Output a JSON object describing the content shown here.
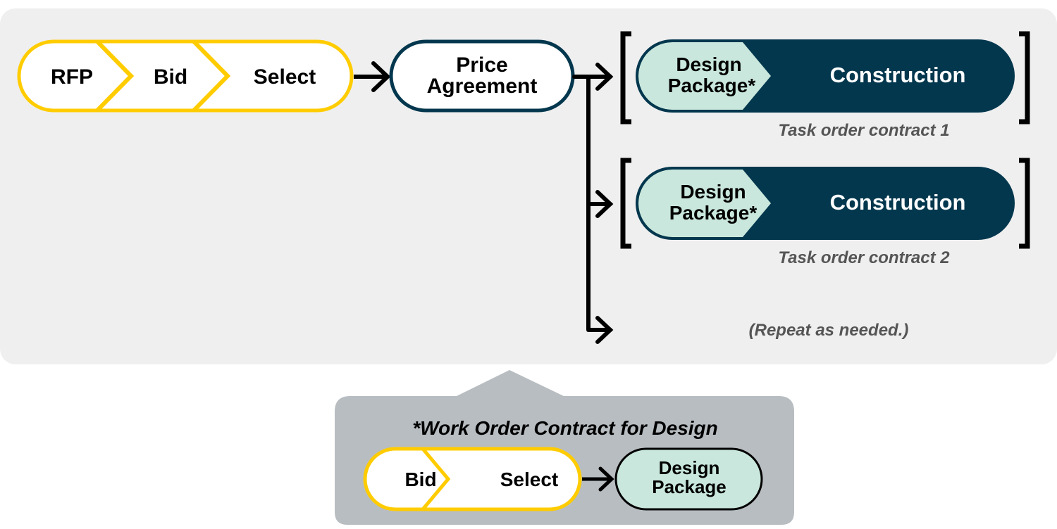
{
  "main_flow": {
    "steps": [
      "RFP",
      "Bid",
      "Select"
    ],
    "price_agreement": [
      "Price",
      "Agreement"
    ]
  },
  "task_orders": [
    {
      "design_lines": [
        "Design",
        "Package*"
      ],
      "construction": "Construction",
      "caption": "Task order contract 1"
    },
    {
      "design_lines": [
        "Design",
        "Package*"
      ],
      "construction": "Construction",
      "caption": "Task order contract 2"
    }
  ],
  "repeat_note": "(Repeat as needed.)",
  "callout": {
    "title": "*Work Order Contract for Design",
    "steps": [
      "Bid",
      "Select"
    ],
    "result_lines": [
      "Design",
      "Package"
    ]
  },
  "colors": {
    "panel_bg": "#efefef",
    "callout_bg": "#b8bdc1",
    "yellow": "#ffcc00",
    "navy": "#03374e",
    "mint": "#c9e7dc",
    "caption_gray": "#555555"
  }
}
